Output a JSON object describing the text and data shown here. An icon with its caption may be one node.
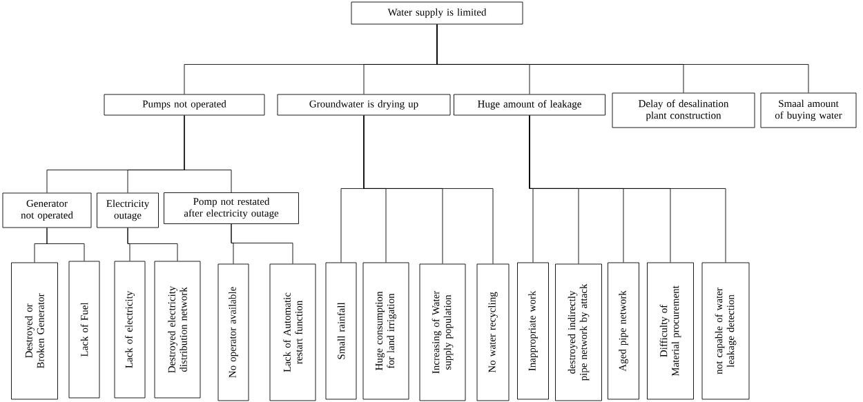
{
  "diagram": {
    "nodes": [
      {
        "text": [
          "Water supply is limited"
        ]
      },
      {
        "text": [
          "Pumps not operated"
        ]
      },
      {
        "text": [
          "Groundwater is drying up"
        ]
      },
      {
        "text": [
          "Huge amount of leakage"
        ]
      },
      {
        "text": [
          "Delay of desalination plant construction"
        ]
      },
      {
        "text": [
          "Smaal amount of buying water"
        ]
      },
      {
        "text": [
          "Generator not operated"
        ]
      },
      {
        "text": [
          "Electricity outage"
        ]
      },
      {
        "text": [
          "Pomp not restated after electricity outage"
        ]
      },
      {
        "text": [
          "Destroyed or Broken Generator"
        ]
      },
      {
        "text": [
          "Lack of Fuel"
        ]
      },
      {
        "text": [
          "Lack of electricity"
        ]
      },
      {
        "text": [
          "Destroyed electricity distribution network"
        ]
      },
      {
        "text": [
          "No operator available"
        ]
      },
      {
        "text": [
          "Lack of Automatic restart function"
        ]
      },
      {
        "text": [
          "Small rainfall"
        ]
      },
      {
        "text": [
          "Huge consumption for land irrigation"
        ]
      },
      {
        "text": [
          "Increasing of Water supply population"
        ]
      },
      {
        "text": [
          "No water recycling"
        ]
      },
      {
        "text": [
          "Inappropriate work"
        ]
      },
      {
        "text": [
          "destroyed indirectly pipe network by attack"
        ]
      },
      {
        "text": [
          "Aged pipe network"
        ]
      },
      {
        "text": [
          "Difficulty of Material procurement"
        ]
      },
      {
        "text": [
          "not capable of water leakage detection"
        ]
      }
    ],
    "edges": [
      {
        "from": 0,
        "to": 1,
        "arrow": "none"
      },
      {
        "from": 0,
        "to": 2,
        "arrow": "none"
      },
      {
        "from": 0,
        "to": 3,
        "arrow": "none"
      },
      {
        "from": 0,
        "to": 4,
        "arrow": "none"
      },
      {
        "from": 0,
        "to": 5,
        "arrow": "none"
      },
      {
        "from": 1,
        "to": 6,
        "arrow": "none"
      },
      {
        "from": 1,
        "to": 7,
        "arrow": "none"
      },
      {
        "from": 1,
        "to": 8,
        "arrow": "none"
      },
      {
        "from": 6,
        "to": 9,
        "arrow": "none"
      },
      {
        "from": 6,
        "to": 10,
        "arrow": "none"
      },
      {
        "from": 7,
        "to": 11,
        "arrow": "none"
      },
      {
        "from": 7,
        "to": 12,
        "arrow": "none"
      },
      {
        "from": 8,
        "to": 13,
        "arrow": "none"
      },
      {
        "from": 8,
        "to": 14,
        "arrow": "none"
      },
      {
        "from": 2,
        "to": 15,
        "arrow": "none"
      },
      {
        "from": 2,
        "to": 16,
        "arrow": "none"
      },
      {
        "from": 2,
        "to": 17,
        "arrow": "none"
      },
      {
        "from": 2,
        "to": 18,
        "arrow": "none"
      },
      {
        "from": 3,
        "to": 19,
        "arrow": "none"
      },
      {
        "from": 3,
        "to": 20,
        "arrow": "none"
      },
      {
        "from": 3,
        "to": 21,
        "arrow": "none"
      },
      {
        "from": 3,
        "to": 22,
        "arrow": "none"
      },
      {
        "from": 3,
        "to": 23,
        "arrow": "none"
      }
    ]
  }
}
